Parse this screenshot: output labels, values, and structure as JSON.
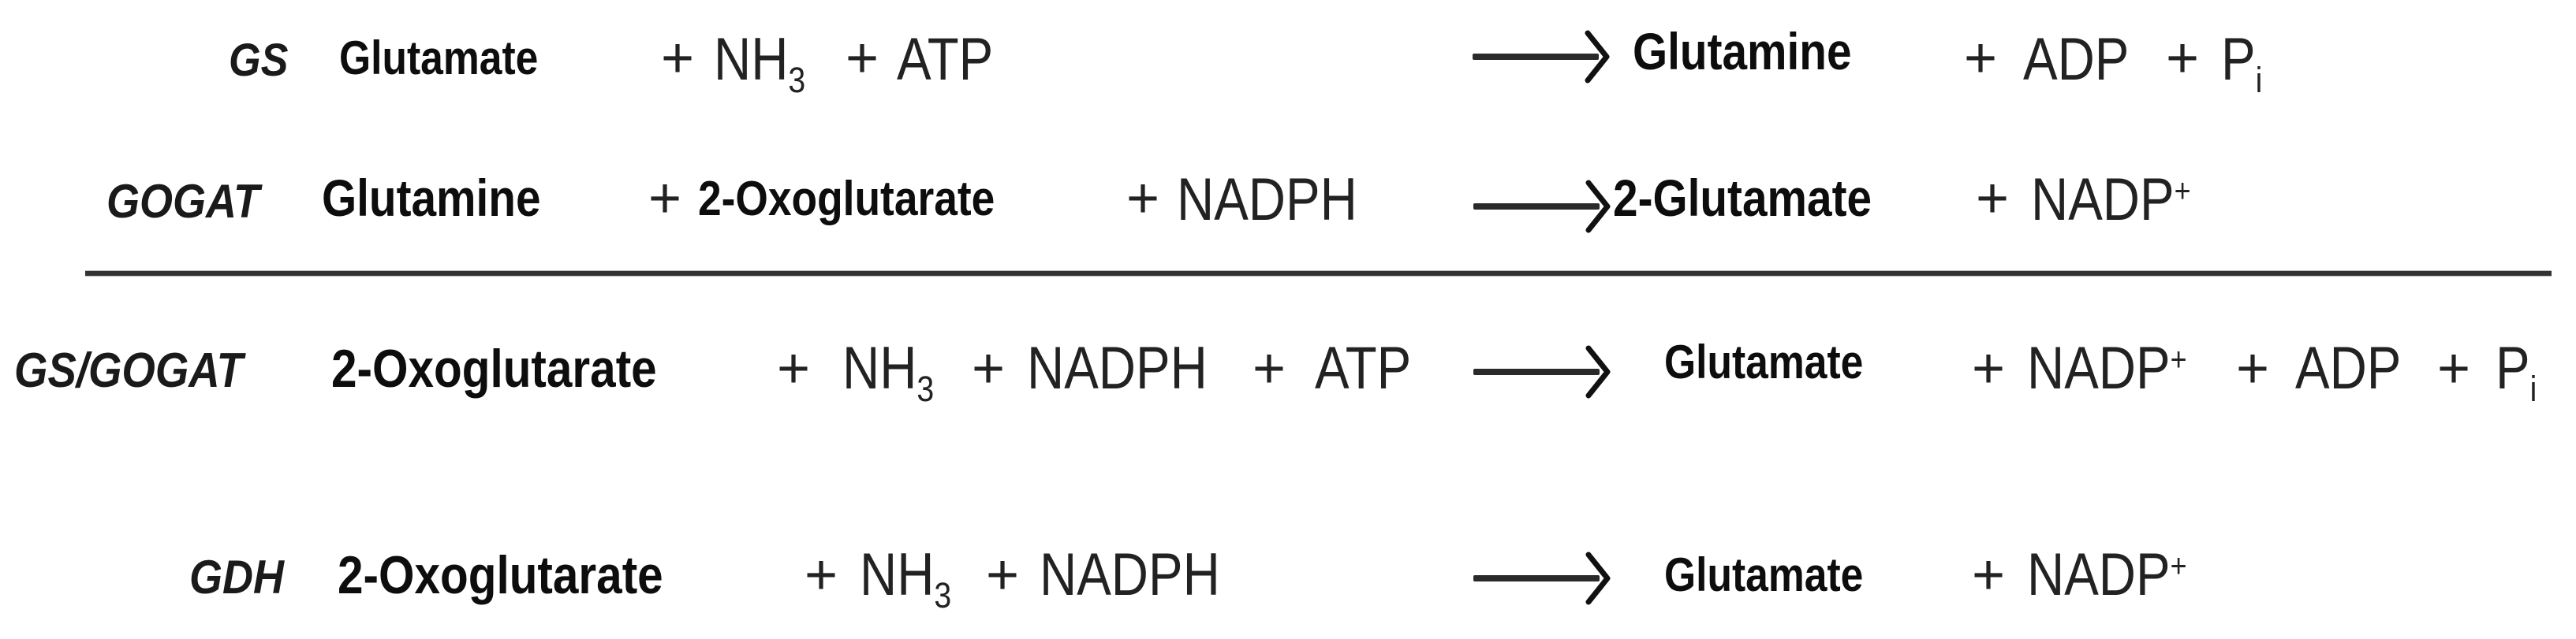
{
  "reactions": [
    {
      "enzyme": "GS",
      "substrates": {
        "s1": "Glutamate",
        "p1": "+",
        "s2": "NH",
        "s2_sub": "3",
        "p2": "+",
        "s3": "ATP"
      },
      "products": {
        "r1": "Glutamine",
        "p1": "+",
        "r2": "ADP",
        "p2": "+",
        "r3": "P",
        "r3_sub": "i"
      }
    },
    {
      "enzyme": "GOGAT",
      "substrates": {
        "s1": "Glutamine",
        "p1": "+",
        "s2": "2-Oxoglutarate",
        "p2": "+",
        "s3": "NADPH"
      },
      "products": {
        "r1": "2-Glutamate",
        "p1": "+",
        "r2": "NADP",
        "r2_sup": "+"
      }
    },
    {
      "enzyme": "GS/GOGAT",
      "substrates": {
        "s1": "2-Oxoglutarate",
        "p1": "+",
        "s2": "NH",
        "s2_sub": "3",
        "p2": "+",
        "s3": "NADPH",
        "p3": "+",
        "s4": "ATP"
      },
      "products": {
        "r1": "Glutamate",
        "p1": "+",
        "r2": "NADP",
        "r2_sup": "+",
        "p2": "+",
        "r3": "ADP",
        "p3": "+",
        "r4": "P",
        "r4_sub": "i"
      }
    },
    {
      "enzyme": "GDH",
      "substrates": {
        "s1": "2-Oxoglutarate",
        "p1": "+",
        "s2": "NH",
        "s2_sub": "3",
        "p2": "+",
        "s3": "NADPH"
      },
      "products": {
        "r1": "Glutamate",
        "p1": "+",
        "r2": "NADP",
        "r2_sup": "+"
      }
    }
  ],
  "arrow_icon": "long-right-arrow",
  "divider_color": "#333333"
}
